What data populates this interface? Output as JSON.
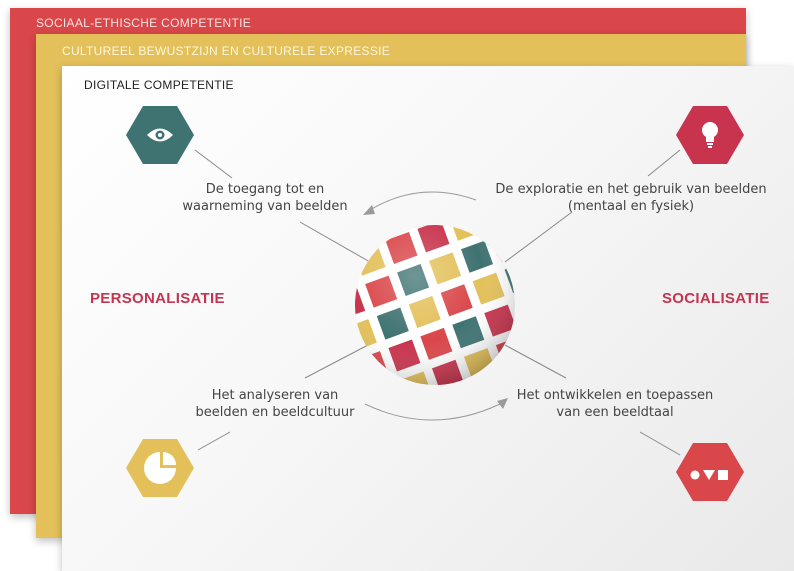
{
  "cards": {
    "red_title": "SOCIAAL-ETHISCHE COMPETENTIE",
    "yellow_title": "CULTUREEL BEWUSTZIJN EN CULTURELE EXPRESSIE",
    "white_title": "DIGITALE COMPETENTIE"
  },
  "labels": {
    "left": "PERSONALISATIE",
    "right": "SOCIALISATIE"
  },
  "captions": {
    "top_left": [
      "De toegang tot en",
      "waarneming van beelden"
    ],
    "top_right": [
      "De exploratie en het gebruik van beelden",
      "(mentaal en fysiek)"
    ],
    "bottom_left": [
      "Het analyseren van",
      "beelden en beeldcultuur"
    ],
    "bottom_right": [
      "Het ontwikkelen en toepassen",
      "van een beeldtaal"
    ]
  },
  "icons": {
    "top_left": "eye-icon",
    "top_right": "lightbulb-icon",
    "bottom_left": "pie-chart-icon",
    "bottom_right": "shapes-icon"
  },
  "colors": {
    "red": "#d9474a",
    "yellow": "#e3c05a",
    "teal": "#3f7372",
    "crimson": "#c8344d",
    "accent_text": "#c53552"
  }
}
